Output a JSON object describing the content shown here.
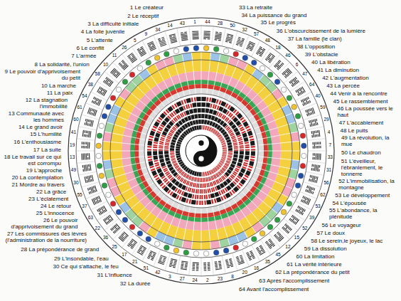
{
  "diagram": {
    "labels": [
      "1 Le créateur",
      "2 Le réceptif",
      "3 La difficulté initiale",
      "4 La folie juvénile",
      "5 L'attente",
      "6 Le conflit",
      "7 L'armée",
      "8 La solidarité, l'union",
      "9 Le pouvoir d'apprivoisement du petit",
      "10 La marche",
      "11 La paix",
      "12 La stagnation l'immobilité",
      "13 Communauté avec les hommes",
      "14 Le grand avoir",
      "15 L'humilité",
      "16 L'enthousiasme",
      "17 La suite",
      "18 Le travail sur ce qui est corrompu",
      "19 L'approche",
      "20 La contemplation",
      "21 Mordre au travers",
      "22 La grâce",
      "23 L'éclatement",
      "24 Le retour",
      "25 L'innocence",
      "26 Le pouvoir d'apprivoisement du grand",
      "27 Les commissures des lèvres (l'administration de la nourriture)",
      "28 La prépondérance de grand",
      "29 L'insondable, l'eau",
      "30 Ce qui s'attache, le feu",
      "31 L'influence",
      "32 La durée",
      "33 La retraite",
      "34 La puissance du grand",
      "35 Le progrès",
      "36 L'obscurcissement de la lumière",
      "37 La famille (le clan)",
      "38 L'opposition",
      "39 L'obstacle",
      "40 La libération",
      "41 La diminution",
      "42 L'augmentation",
      "43 La percée",
      "44 Venir à la rencontre",
      "45 Le rassemblement",
      "46 La poussée vers le haut",
      "47 L'accablement",
      "48 Le puits",
      "49 La révolution, la mue",
      "50 Le chaudron",
      "51 L'éveilleur, l'ébranlement, le tonnerre",
      "52 L'immobilisation, la montagne",
      "53 Le développement",
      "54 L'épousée",
      "55 L'abondance, la plénitude",
      "56 Le voyageur",
      "57 Le doux",
      "58 Le serein,le joyeux, le lac",
      "59 La dissolution",
      "60 La limitation",
      "61 La vérité intérieure",
      "62 La prépondérance du petit",
      "63 Après l'accomplissement",
      "64 Avant l'accomplissement",
      "1",
      "43",
      "14",
      "34",
      "9",
      "5",
      "26",
      "11",
      "10",
      "58",
      "38",
      "54",
      "61",
      "60",
      "41",
      "19",
      "13",
      "49",
      "30",
      "55",
      "37",
      "63",
      "22",
      "36",
      "25",
      "17",
      "21",
      "51",
      "42",
      "3",
      "27",
      "24",
      "44",
      "28",
      "50",
      "32",
      "57",
      "48",
      "18",
      "46",
      "6",
      "47",
      "64",
      "40",
      "59",
      "29",
      "4",
      "7",
      "33",
      "31",
      "56",
      "62",
      "53",
      "39",
      "52",
      "15",
      "12",
      "45",
      "35",
      "16",
      "20",
      "8",
      "23",
      "2"
    ]
  }
}
